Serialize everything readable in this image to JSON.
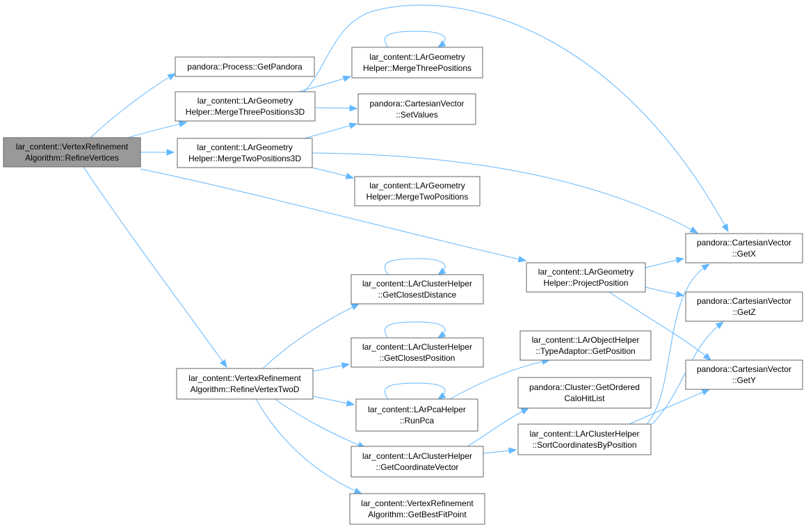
{
  "graph": {
    "nodes": {
      "refine_vertices": {
        "lines": [
          "lar_content::VertexRefinement",
          "Algorithm::RefineVertices"
        ],
        "highlight": true
      },
      "get_pandora": {
        "lines": [
          "pandora::Process::GetPandora"
        ]
      },
      "merge_three_3d": {
        "lines": [
          "lar_content::LArGeometry",
          "Helper::MergeThreePositions3D"
        ]
      },
      "merge_two_3d": {
        "lines": [
          "lar_content::LArGeometry",
          "Helper::MergeTwoPositions3D"
        ]
      },
      "merge_three": {
        "lines": [
          "lar_content::LArGeometry",
          "Helper::MergeThreePositions"
        ]
      },
      "set_values": {
        "lines": [
          "pandora::CartesianVector",
          "::SetValues"
        ]
      },
      "merge_two": {
        "lines": [
          "lar_content::LArGeometry",
          "Helper::MergeTwoPositions"
        ]
      },
      "get_x": {
        "lines": [
          "pandora::CartesianVector",
          "::GetX"
        ]
      },
      "get_z": {
        "lines": [
          "pandora::CartesianVector",
          "::GetZ"
        ]
      },
      "get_y": {
        "lines": [
          "pandora::CartesianVector",
          "::GetY"
        ]
      },
      "project_position": {
        "lines": [
          "lar_content::LArGeometry",
          "Helper::ProjectPosition"
        ]
      },
      "refine_vertex_two_d": {
        "lines": [
          "lar_content::VertexRefinement",
          "Algorithm::RefineVertexTwoD"
        ]
      },
      "get_closest_distance": {
        "lines": [
          "lar_content::LArClusterHelper",
          "::GetClosestDistance"
        ]
      },
      "get_closest_position": {
        "lines": [
          "lar_content::LArClusterHelper",
          "::GetClosestPosition"
        ]
      },
      "run_pca": {
        "lines": [
          "lar_content::LArPcaHelper",
          "::RunPca"
        ]
      },
      "get_coordinate_vector": {
        "lines": [
          "lar_content::LArClusterHelper",
          "::GetCoordinateVector"
        ]
      },
      "get_best_fit_point": {
        "lines": [
          "lar_content::VertexRefinement",
          "Algorithm::GetBestFitPoint"
        ]
      },
      "type_adaptor_get_position": {
        "lines": [
          "lar_content::LArObjectHelper",
          "::TypeAdaptor::GetPosition"
        ]
      },
      "get_ordered_calo_hit_list": {
        "lines": [
          "pandora::Cluster::GetOrdered",
          "CaloHitList"
        ]
      },
      "sort_coordinates_by_position": {
        "lines": [
          "lar_content::LArClusterHelper",
          "::SortCoordinatesByPosition"
        ]
      }
    },
    "edges": [
      {
        "from": "refine_vertices",
        "to": "get_pandora"
      },
      {
        "from": "refine_vertices",
        "to": "merge_three_3d"
      },
      {
        "from": "refine_vertices",
        "to": "merge_two_3d"
      },
      {
        "from": "refine_vertices",
        "to": "project_position"
      },
      {
        "from": "refine_vertices",
        "to": "refine_vertex_two_d"
      },
      {
        "from": "merge_three_3d",
        "to": "merge_three"
      },
      {
        "from": "merge_three_3d",
        "to": "set_values"
      },
      {
        "from": "merge_three_3d",
        "to": "get_x"
      },
      {
        "from": "merge_three",
        "to": "merge_three"
      },
      {
        "from": "merge_two_3d",
        "to": "set_values"
      },
      {
        "from": "merge_two_3d",
        "to": "merge_two"
      },
      {
        "from": "merge_two_3d",
        "to": "get_x"
      },
      {
        "from": "project_position",
        "to": "get_x"
      },
      {
        "from": "project_position",
        "to": "get_z"
      },
      {
        "from": "project_position",
        "to": "get_y"
      },
      {
        "from": "refine_vertex_two_d",
        "to": "get_closest_distance"
      },
      {
        "from": "refine_vertex_two_d",
        "to": "get_closest_position"
      },
      {
        "from": "refine_vertex_two_d",
        "to": "run_pca"
      },
      {
        "from": "refine_vertex_two_d",
        "to": "get_coordinate_vector"
      },
      {
        "from": "refine_vertex_two_d",
        "to": "get_best_fit_point"
      },
      {
        "from": "get_closest_distance",
        "to": "get_closest_distance"
      },
      {
        "from": "get_closest_position",
        "to": "get_closest_position"
      },
      {
        "from": "run_pca",
        "to": "run_pca"
      },
      {
        "from": "run_pca",
        "to": "type_adaptor_get_position"
      },
      {
        "from": "get_coordinate_vector",
        "to": "get_ordered_calo_hit_list"
      },
      {
        "from": "get_coordinate_vector",
        "to": "sort_coordinates_by_position"
      },
      {
        "from": "sort_coordinates_by_position",
        "to": "get_x"
      },
      {
        "from": "sort_coordinates_by_position",
        "to": "get_z"
      },
      {
        "from": "sort_coordinates_by_position",
        "to": "get_y"
      }
    ],
    "colors": {
      "edge": "#63b8ff",
      "node_border": "#666666",
      "root_fill": "#999999",
      "node_fill": "#ffffff"
    }
  }
}
